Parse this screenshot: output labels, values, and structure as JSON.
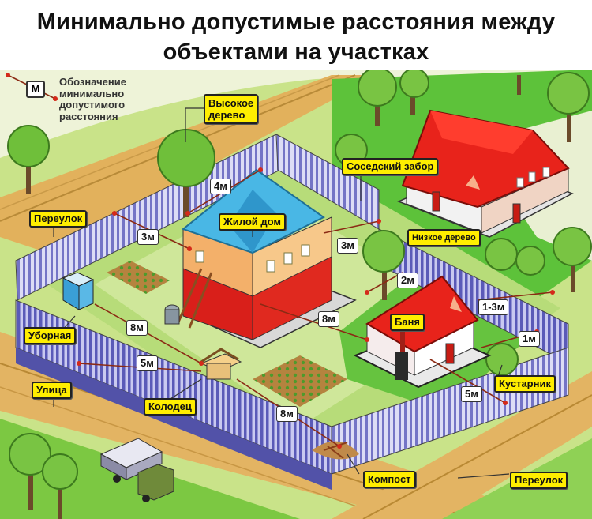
{
  "title": {
    "line1": "Минимально допустимые расстояния между",
    "line2": "объектами на участках"
  },
  "legend": {
    "symbol": "М",
    "text_lines": [
      "Обозначение",
      "минимально",
      "допустимого",
      "расстояния"
    ]
  },
  "labels": {
    "tall_tree": "Высокое дерево",
    "tall_tree_l1": "Высокое",
    "tall_tree_l2": "дерево",
    "neighbor_fence": "Соседский забор",
    "lane_top": "Переулок",
    "house": "Жилой дом",
    "low_tree": "Низкое дерево",
    "toilet": "Уборная",
    "bathhouse": "Баня",
    "street": "Улица",
    "well": "Колодец",
    "shrub": "Кустарник",
    "compost": "Компост",
    "lane_bottom": "Переулок"
  },
  "distances": {
    "tree_to_fence": "4м",
    "lane_to_house": "3м",
    "house_to_neighbor_fence": "3м",
    "low_tree_to_bath": "2м",
    "bath_to_fence": "1-3м",
    "shrub_to_fence": "1м",
    "toilet_to_well": "8м",
    "house_to_bath": "8м",
    "well_to_street": "5м",
    "bath_to_lane": "5м",
    "well_to_compost": "8м"
  },
  "colors": {
    "label_bg": "#ffee00",
    "grass": "#7cc842",
    "road": "#e3b463",
    "fence": "#6f6fc8",
    "roof_neighbor": "#e8231b",
    "roof_house": "#49b7e5",
    "arrow": "#8b2a14"
  }
}
